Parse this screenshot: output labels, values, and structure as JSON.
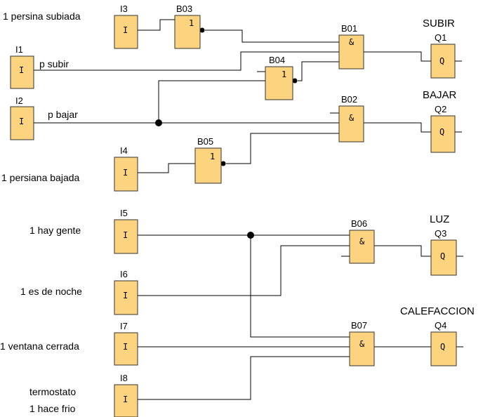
{
  "palette": {
    "block_fill": "#FCD37E",
    "block_stroke": "#333333",
    "wire": "#000000"
  },
  "inputs": {
    "I3": {
      "name": "I3",
      "symbol": "I",
      "caption": "1 persina subiada"
    },
    "I1": {
      "name": "I1",
      "symbol": "I",
      "caption": "p subir"
    },
    "I2": {
      "name": "I2",
      "symbol": "I",
      "caption": "p bajar"
    },
    "I4": {
      "name": "I4",
      "symbol": "I",
      "caption": "1 persiana bajada"
    },
    "I5": {
      "name": "I5",
      "symbol": "I",
      "caption": "1 hay gente"
    },
    "I6": {
      "name": "I6",
      "symbol": "I",
      "caption": "1 es de noche"
    },
    "I7": {
      "name": "I7",
      "symbol": "I",
      "caption": "1 ventana cerrada"
    },
    "I8": {
      "name": "I8",
      "symbol": "I",
      "caption_line1": "termostato",
      "caption_line2": "1 hace frio"
    }
  },
  "gates": {
    "B03": {
      "name": "B03",
      "symbol": "1"
    },
    "B04": {
      "name": "B04",
      "symbol": "1"
    },
    "B05": {
      "name": "B05",
      "symbol": "1"
    },
    "B01": {
      "name": "B01",
      "symbol": "&"
    },
    "B02": {
      "name": "B02",
      "symbol": "&"
    },
    "B06": {
      "name": "B06",
      "symbol": "&"
    },
    "B07": {
      "name": "B07",
      "symbol": "&"
    }
  },
  "outputs": {
    "Q1": {
      "name": "Q1",
      "symbol": "Q",
      "title": "SUBIR"
    },
    "Q2": {
      "name": "Q2",
      "symbol": "Q",
      "title": "BAJAR"
    },
    "Q3": {
      "name": "Q3",
      "symbol": "Q",
      "title": "LUZ"
    },
    "Q4": {
      "name": "Q4",
      "symbol": "Q",
      "title": "CALEFACCION"
    }
  }
}
